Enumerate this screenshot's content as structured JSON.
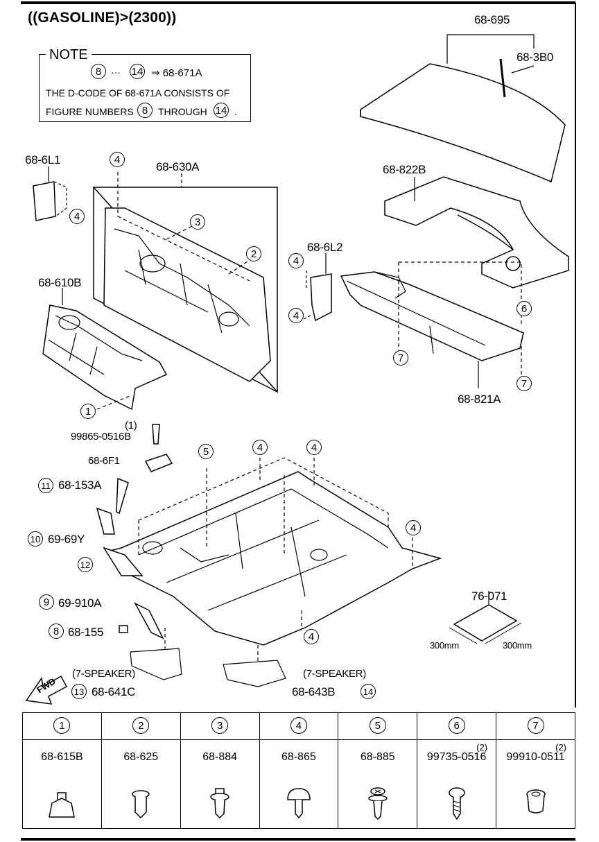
{
  "title": "((GASOLINE)>(2300))",
  "note": {
    "heading": "NOTE",
    "line1_start": "8",
    "line1_sep": "···",
    "line1_end": "14",
    "line1_ref": "⇒ 68-671A",
    "line2": "THE D-CODE OF 68-671A CONSISTS OF",
    "line3_prefix": "FIGURE NUMBERS",
    "line3_mid": "THROUGH",
    "line3_a": "8",
    "line3_b": "14",
    "line3_end": "."
  },
  "callouts": {
    "p68_695": "68-695",
    "p68_3b0": "68-3B0",
    "p68_822b": "68-822B",
    "p68_6l1": "68-6L1",
    "p68_630a": "68-630A",
    "p68_6l2": "68-6L2",
    "p68_610b": "68-610B",
    "p68_821a": "68-821A",
    "p99865": "99865-0516B",
    "p99865_qty": "(1)",
    "p68_6f1": "68-6F1",
    "p68_153a": "68-153A",
    "p69_69y": "69-69Y",
    "p69_910a": "69-910A",
    "p68_155": "68-155",
    "p76_071": "76-071",
    "dim_w": "300mm",
    "dim_h": "300mm",
    "speaker_l": "(7-SPEAKER)",
    "speaker_r": "(7-SPEAKER)",
    "p68_641c": "68-641C",
    "p68_643b": "68-643B",
    "fwd": "FWD"
  },
  "circled": {
    "c1": "1",
    "c2": "2",
    "c3": "3",
    "c4": "4",
    "c5": "5",
    "c6": "6",
    "c7": "7",
    "c8": "8",
    "c9": "9",
    "c10": "10",
    "c11": "11",
    "c12": "12",
    "c13": "13",
    "c14": "14"
  },
  "table": {
    "columns": [
      {
        "num": "1",
        "part": "68-615B",
        "qty": ""
      },
      {
        "num": "2",
        "part": "68-625",
        "qty": ""
      },
      {
        "num": "3",
        "part": "68-884",
        "qty": ""
      },
      {
        "num": "4",
        "part": "68-865",
        "qty": ""
      },
      {
        "num": "5",
        "part": "68-885",
        "qty": ""
      },
      {
        "num": "6",
        "part": "99735-0516",
        "qty": "(2)"
      },
      {
        "num": "7",
        "part": "99910-0511",
        "qty": "(2)"
      }
    ]
  }
}
